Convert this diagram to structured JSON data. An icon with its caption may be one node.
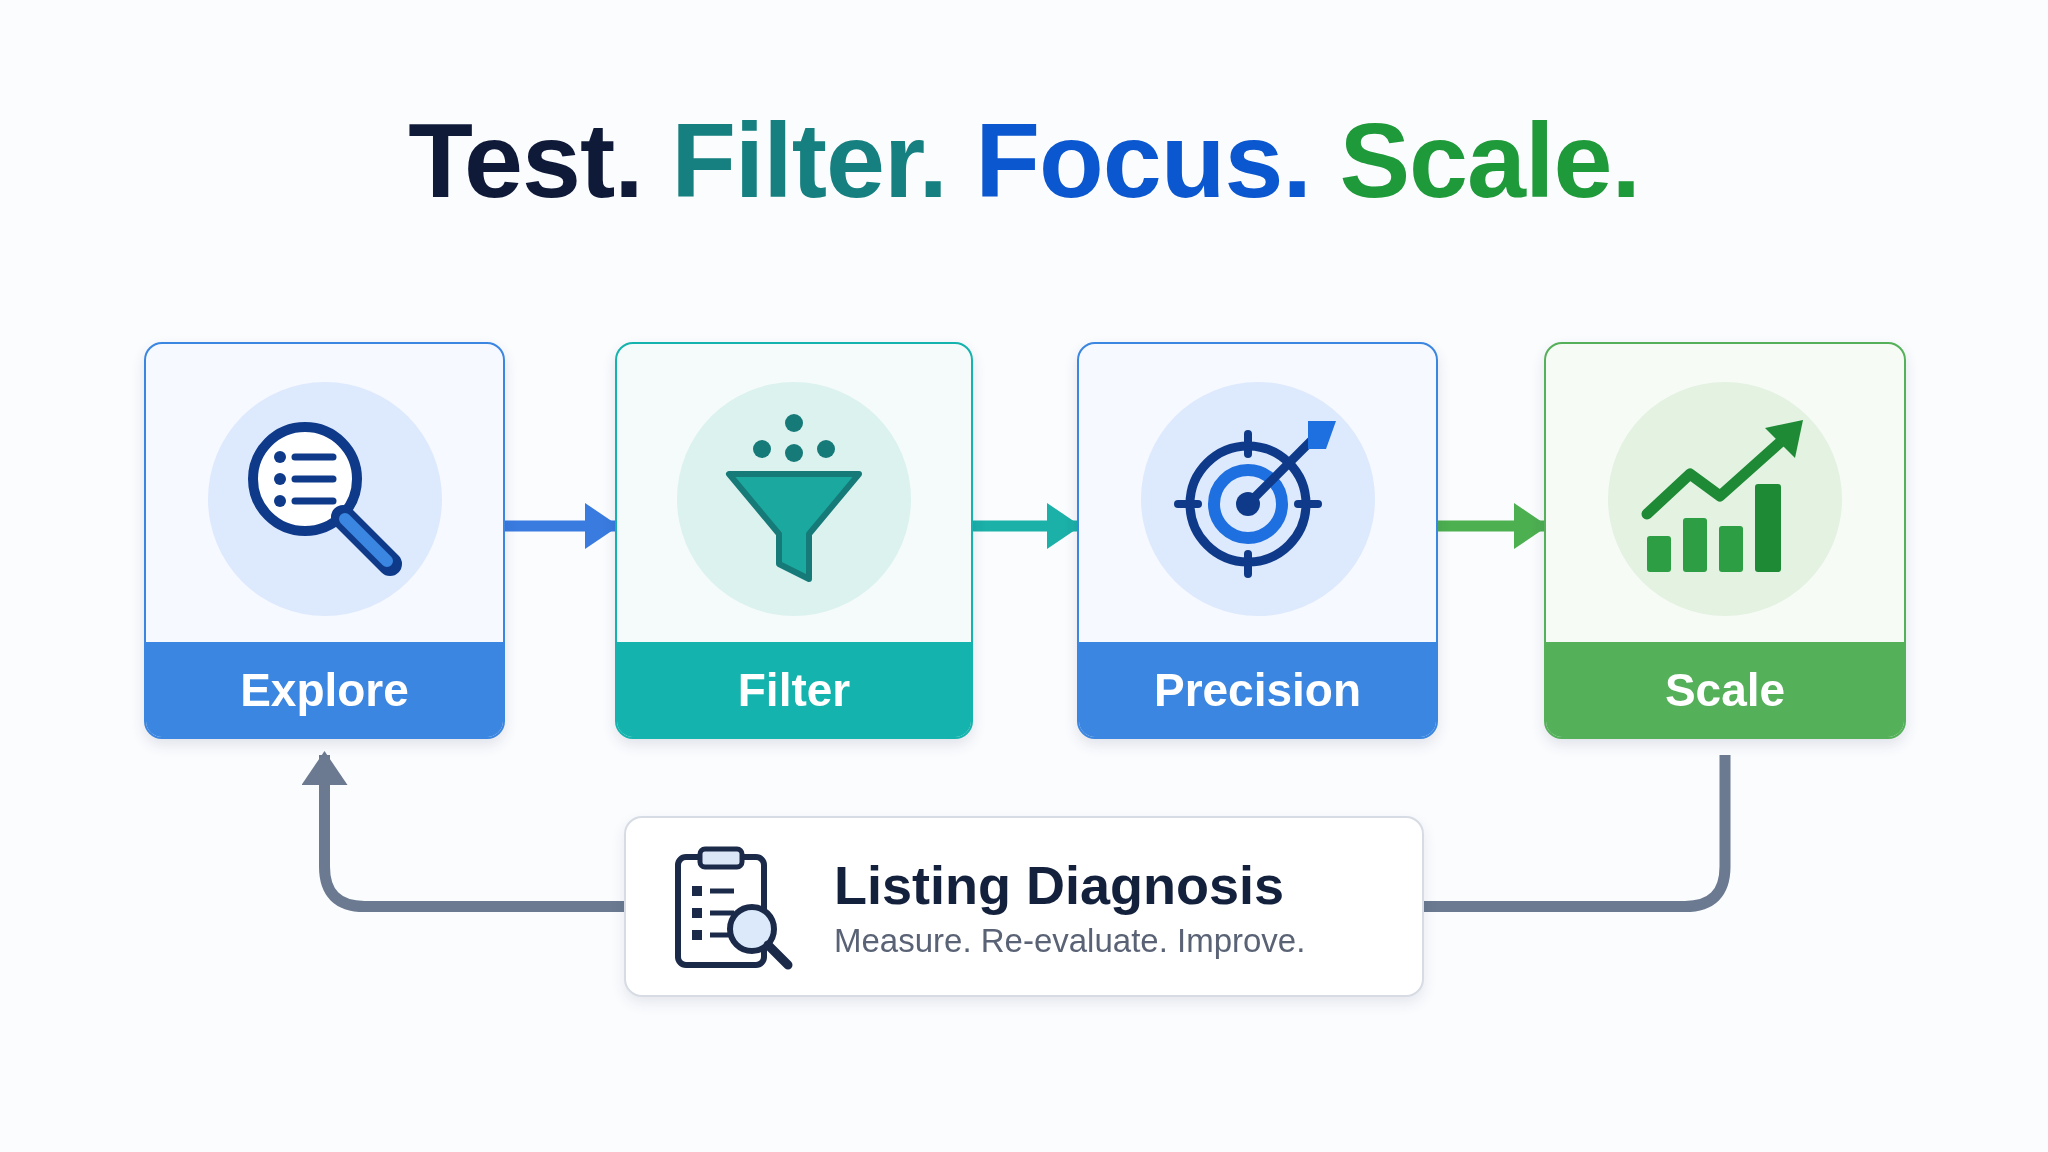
{
  "diagram": {
    "title": "Test. Filter. Focus. Scale.",
    "nodes": [
      {
        "text": [
          "Explore"
        ]
      },
      {
        "text": [
          "Filter"
        ]
      },
      {
        "text": [
          "Precision"
        ]
      },
      {
        "text": [
          "Scale"
        ]
      },
      {
        "text": [
          "Listing Diagnosis",
          "Measure. Re-evaluate. Improve."
        ]
      }
    ],
    "edges": [
      {
        "from": 0,
        "to": 1,
        "arrow": "to",
        "color": "#3a7be0"
      },
      {
        "from": 1,
        "to": 2,
        "arrow": "to",
        "color": "#1bb0a8"
      },
      {
        "from": 2,
        "to": 3,
        "arrow": "to",
        "color": "#4caf50"
      },
      {
        "from": 3,
        "to": 4,
        "arrow": "none",
        "color": "#6b7a90"
      },
      {
        "from": 4,
        "to": 0,
        "arrow": "to",
        "color": "#6b7a90"
      }
    ]
  }
}
